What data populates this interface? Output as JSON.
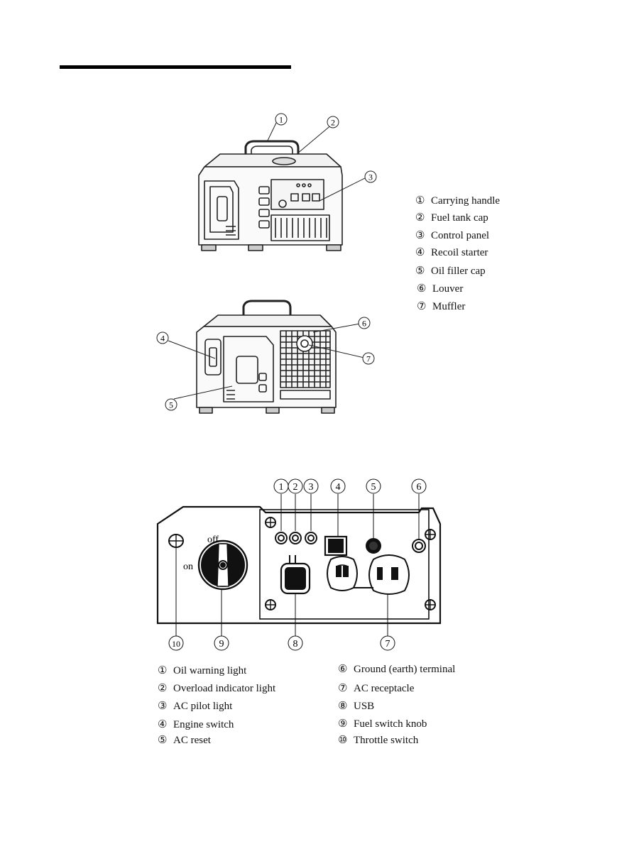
{
  "generator_legend": [
    {
      "num": "①",
      "label": "Carrying handle"
    },
    {
      "num": "②",
      "label": "Fuel tank cap"
    },
    {
      "num": "③",
      "label": "Control panel"
    },
    {
      "num": "④",
      "label": "Recoil starter"
    },
    {
      "num": "⑤",
      "label": "Oil filler cap"
    },
    {
      "num": "⑥",
      "label": "Louver"
    },
    {
      "num": "⑦",
      "label": "Muffler"
    }
  ],
  "generator_callouts": {
    "c1": "1",
    "c2": "2",
    "c3": "3",
    "c4": "4",
    "c5": "5",
    "c6": "6",
    "c7": "7"
  },
  "panel": {
    "knob_off": "off",
    "knob_on": "on",
    "callouts_top": [
      "1",
      "2",
      "3",
      "4",
      "5",
      "6"
    ],
    "callouts_bottom": [
      "10",
      "9",
      "8",
      "7"
    ]
  },
  "panel_legend_left": [
    {
      "num": "①",
      "label": "Oil warning light"
    },
    {
      "num": "②",
      "label": "Overload indicator light"
    },
    {
      "num": "③",
      "label": "AC pilot light"
    },
    {
      "num": "④",
      "label": "Engine  switch"
    },
    {
      "num": "⑤",
      "label": "AC reset"
    }
  ],
  "panel_legend_right": [
    {
      "num": "⑥",
      "label": "Ground (earth) terminal"
    },
    {
      "num": "⑦",
      "label": "AC receptacle"
    },
    {
      "num": "⑧",
      "label": "USB"
    },
    {
      "num": "⑨",
      "label": "Fuel switch knob"
    },
    {
      "num": "⑩",
      "label": "Throttle switch"
    }
  ]
}
